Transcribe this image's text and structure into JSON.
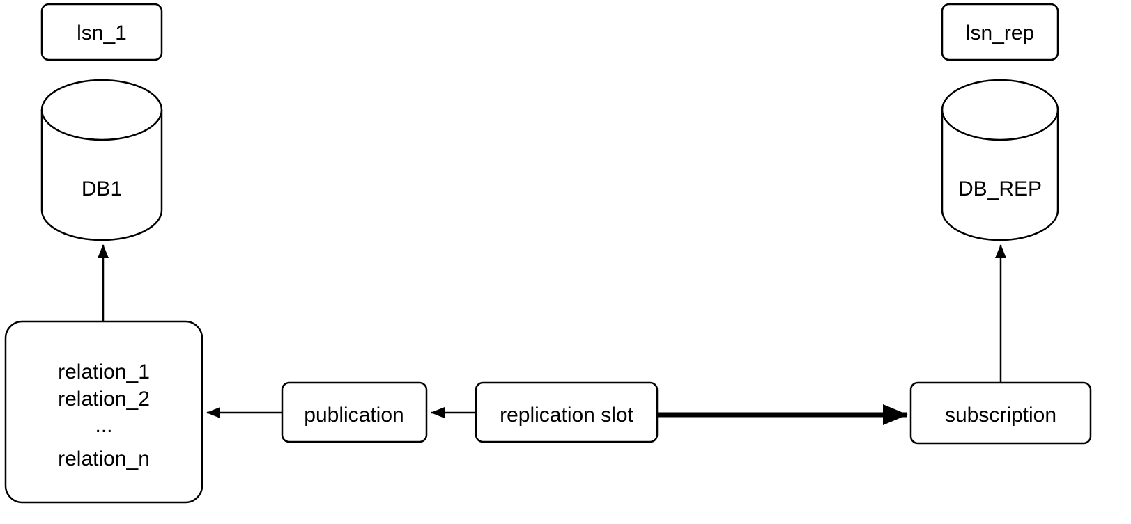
{
  "background": "#ffffff",
  "stroke_color": "#000000",
  "nodes": {
    "lsn_source": {
      "label": "lsn_1"
    },
    "db_source": {
      "label": "DB1"
    },
    "relations": {
      "lines": [
        "relation_1",
        "relation_2",
        "...",
        "relation_n"
      ]
    },
    "publication": {
      "label": "publication"
    },
    "replication_slot": {
      "label": "replication slot"
    },
    "subscription": {
      "label": "subscription"
    },
    "lsn_replica": {
      "label": "lsn_rep"
    },
    "db_replica": {
      "label": "DB_REP"
    }
  },
  "edges": [
    {
      "from": "relations",
      "to": "db_source",
      "style": "thin"
    },
    {
      "from": "publication",
      "to": "relations",
      "style": "thin"
    },
    {
      "from": "replication_slot",
      "to": "publication",
      "style": "thin"
    },
    {
      "from": "replication_slot",
      "to": "subscription",
      "style": "thick"
    },
    {
      "from": "subscription",
      "to": "db_replica",
      "style": "thin"
    }
  ]
}
